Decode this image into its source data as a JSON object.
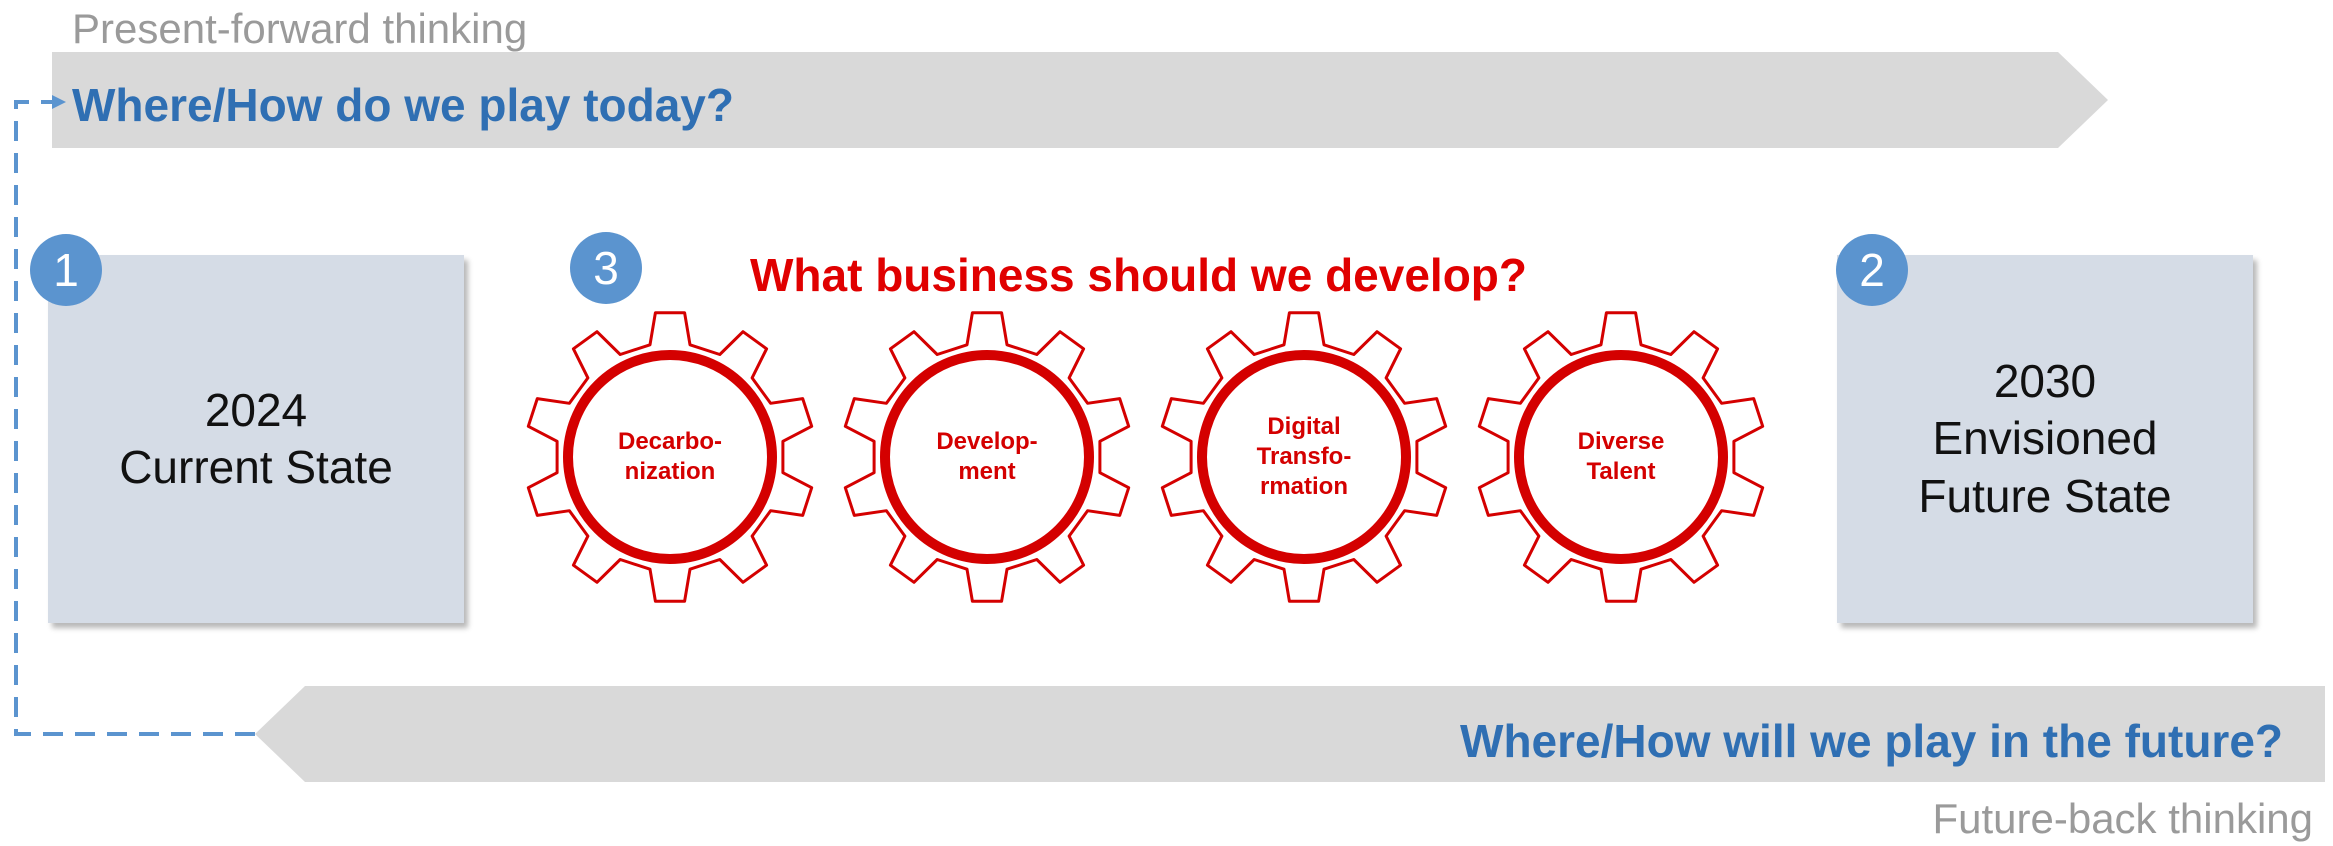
{
  "present_forward_label": "Present-forward thinking",
  "future_back_label": "Future-back thinking",
  "top_question": "Where/How do we play today?",
  "bottom_question": "Where/How will we play in the future?",
  "center_question": "What business should we develop?",
  "current_state": {
    "number": "1",
    "lines": [
      "2024",
      "Current State"
    ]
  },
  "future_state": {
    "number": "2",
    "lines": [
      "2030",
      "Envisioned",
      "Future State"
    ]
  },
  "business_badge": "3",
  "gears": [
    {
      "lines": [
        "Decarbo-",
        "nization"
      ]
    },
    {
      "lines": [
        "Develop-",
        "ment"
      ]
    },
    {
      "lines": [
        "Digital",
        "Transfo-",
        "rmation"
      ]
    },
    {
      "lines": [
        "Diverse",
        "Talent"
      ]
    }
  ],
  "colors": {
    "arrow_gray": "#d9d9d9",
    "box_fill": "#d5dce6",
    "badge_blue": "#5b94cf",
    "question_blue": "#2f6fb3",
    "gear_red": "#d40000"
  }
}
